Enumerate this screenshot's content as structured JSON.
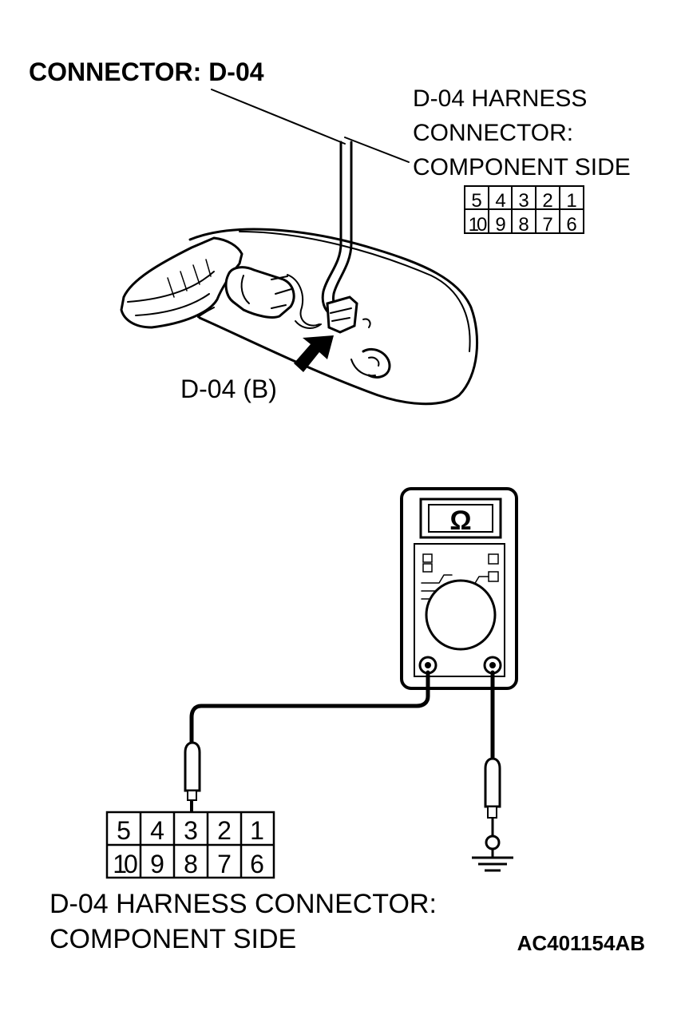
{
  "title": "CONNECTOR: D-04",
  "top_connector_label": {
    "line1": "D-04 HARNESS",
    "line2": "CONNECTOR:",
    "line3": "COMPONENT SIDE"
  },
  "mirror_callout": "D-04 (B)",
  "pins": {
    "top_row": [
      "5",
      "4",
      "3",
      "2",
      "1"
    ],
    "bottom_row": [
      "10",
      "9",
      "8",
      "7",
      "6"
    ]
  },
  "meter_symbol": "Ω",
  "probed_pin": "3",
  "bottom_connector_label": {
    "line1": "D-04 HARNESS CONNECTOR:",
    "line2": "COMPONENT SIDE"
  },
  "figure_code": "AC401154AB",
  "colors": {
    "ink": "#000000",
    "paper": "#ffffff"
  },
  "icons": [
    "ohmmeter-icon",
    "test-probe-icon",
    "ground-symbol-icon",
    "arrow-icon",
    "rear-view-mirror-icon"
  ]
}
